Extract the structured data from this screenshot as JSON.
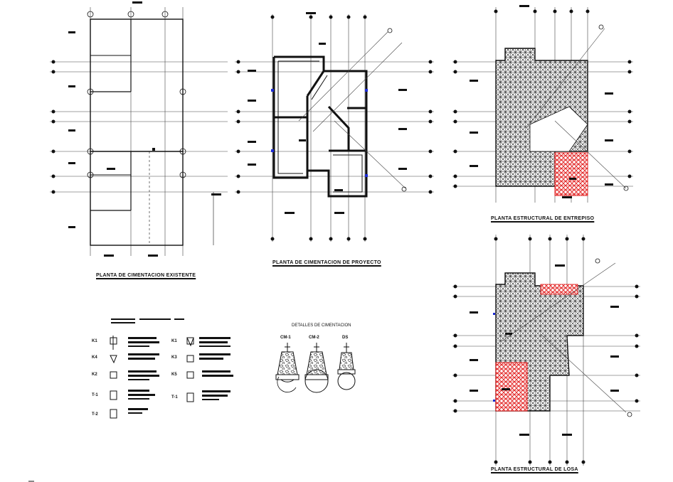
{
  "drawing": {
    "titles": {
      "existing_foundation": "PLANTA DE CIMENTACION EXISTENTE",
      "project_foundation": "PLANTA DE CIMENTACION DE PROYECTO",
      "mezzanine_structure": "PLANTA ESTRUCTURAL DE ENTREPISO",
      "slab_structure": "PLANTA ESTRUCTURAL DE LOSA"
    },
    "details_title": "DETALLES DE CIMENTACION",
    "detail_tags": [
      "CM-1",
      "CM-2",
      "DS"
    ],
    "legend_tags_left": [
      "K1",
      "K4",
      "K2",
      "T-1",
      "T-2"
    ],
    "legend_tags_right": [
      "K1",
      "K3",
      "K5",
      "T-1"
    ],
    "colors": {
      "line": "#111111",
      "hatch_red": "#e01818",
      "column_blue": "#1c2bd6",
      "background": "#ffffff"
    }
  }
}
